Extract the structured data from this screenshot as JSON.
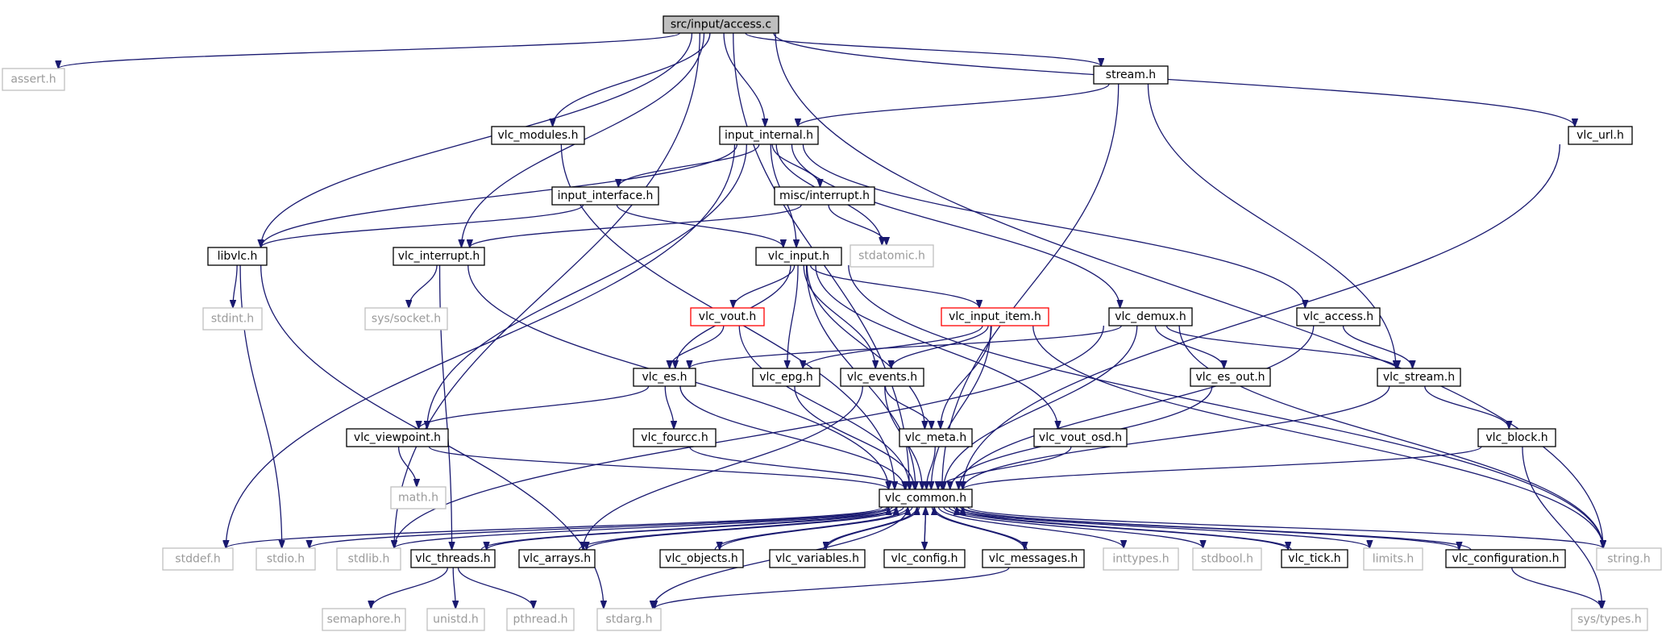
{
  "diagram": {
    "type": "include-dependency-graph",
    "root": "src/input/access.c",
    "colors": {
      "edge": "#191970",
      "external_border": "#bfbfbf",
      "local_border": "#000000",
      "highlighted_border": "#ff0000",
      "root_fill": "#bfbfbf"
    },
    "nodes": {
      "access_c": {
        "label": "src/input/access.c",
        "kind": "root"
      },
      "assert_h": {
        "label": "assert.h",
        "kind": "external"
      },
      "stream_h": {
        "label": "stream.h",
        "kind": "local"
      },
      "vlc_modules_h": {
        "label": "vlc_modules.h",
        "kind": "local"
      },
      "input_internal_h": {
        "label": "input_internal.h",
        "kind": "local"
      },
      "vlc_url_h": {
        "label": "vlc_url.h",
        "kind": "local"
      },
      "input_interface_h": {
        "label": "input_interface.h",
        "kind": "local"
      },
      "misc_interrupt_h": {
        "label": "misc/interrupt.h",
        "kind": "local"
      },
      "libvlc_h": {
        "label": "libvlc.h",
        "kind": "local"
      },
      "vlc_interrupt_h": {
        "label": "vlc_interrupt.h",
        "kind": "local"
      },
      "vlc_input_h": {
        "label": "vlc_input.h",
        "kind": "local"
      },
      "stdatomic_h": {
        "label": "stdatomic.h",
        "kind": "external"
      },
      "stdint_h": {
        "label": "stdint.h",
        "kind": "external"
      },
      "sys_socket_h": {
        "label": "sys/socket.h",
        "kind": "external"
      },
      "vlc_vout_h": {
        "label": "vlc_vout.h",
        "kind": "highlighted"
      },
      "vlc_input_item_h": {
        "label": "vlc_input_item.h",
        "kind": "highlighted"
      },
      "vlc_demux_h": {
        "label": "vlc_demux.h",
        "kind": "local"
      },
      "vlc_access_h": {
        "label": "vlc_access.h",
        "kind": "local"
      },
      "vlc_es_h": {
        "label": "vlc_es.h",
        "kind": "local"
      },
      "vlc_epg_h": {
        "label": "vlc_epg.h",
        "kind": "local"
      },
      "vlc_events_h": {
        "label": "vlc_events.h",
        "kind": "local"
      },
      "vlc_es_out_h": {
        "label": "vlc_es_out.h",
        "kind": "local"
      },
      "vlc_stream_h": {
        "label": "vlc_stream.h",
        "kind": "local"
      },
      "vlc_viewpoint_h": {
        "label": "vlc_viewpoint.h",
        "kind": "local"
      },
      "vlc_fourcc_h": {
        "label": "vlc_fourcc.h",
        "kind": "local"
      },
      "vlc_meta_h": {
        "label": "vlc_meta.h",
        "kind": "local"
      },
      "vlc_vout_osd_h": {
        "label": "vlc_vout_osd.h",
        "kind": "local"
      },
      "vlc_block_h": {
        "label": "vlc_block.h",
        "kind": "local"
      },
      "math_h": {
        "label": "math.h",
        "kind": "external"
      },
      "vlc_common_h": {
        "label": "vlc_common.h",
        "kind": "local"
      },
      "stddef_h": {
        "label": "stddef.h",
        "kind": "external"
      },
      "stdio_h": {
        "label": "stdio.h",
        "kind": "external"
      },
      "stdlib_h": {
        "label": "stdlib.h",
        "kind": "external"
      },
      "vlc_threads_h": {
        "label": "vlc_threads.h",
        "kind": "local"
      },
      "vlc_arrays_h": {
        "label": "vlc_arrays.h",
        "kind": "local"
      },
      "vlc_objects_h": {
        "label": "vlc_objects.h",
        "kind": "local"
      },
      "vlc_variables_h": {
        "label": "vlc_variables.h",
        "kind": "local"
      },
      "vlc_config_h": {
        "label": "vlc_config.h",
        "kind": "local"
      },
      "vlc_messages_h": {
        "label": "vlc_messages.h",
        "kind": "local"
      },
      "inttypes_h": {
        "label": "inttypes.h",
        "kind": "external"
      },
      "stdbool_h": {
        "label": "stdbool.h",
        "kind": "external"
      },
      "vlc_tick_h": {
        "label": "vlc_tick.h",
        "kind": "local"
      },
      "limits_h": {
        "label": "limits.h",
        "kind": "external"
      },
      "vlc_configuration_h": {
        "label": "vlc_configuration.h",
        "kind": "local"
      },
      "string_h": {
        "label": "string.h",
        "kind": "external"
      },
      "semaphore_h": {
        "label": "semaphore.h",
        "kind": "external"
      },
      "unistd_h": {
        "label": "unistd.h",
        "kind": "external"
      },
      "pthread_h": {
        "label": "pthread.h",
        "kind": "external"
      },
      "stdarg_h": {
        "label": "stdarg.h",
        "kind": "external"
      },
      "sys_types_h": {
        "label": "sys/types.h",
        "kind": "external"
      }
    },
    "edges": [
      [
        "access_c",
        "assert_h"
      ],
      [
        "access_c",
        "stream_h"
      ],
      [
        "access_c",
        "vlc_modules_h"
      ],
      [
        "access_c",
        "input_internal_h"
      ],
      [
        "access_c",
        "vlc_url_h"
      ],
      [
        "access_c",
        "libvlc_h"
      ],
      [
        "access_c",
        "vlc_interrupt_h"
      ],
      [
        "access_c",
        "stdlib_h"
      ],
      [
        "access_c",
        "string_h"
      ],
      [
        "access_c",
        "vlc_common_h"
      ],
      [
        "stream_h",
        "input_internal_h"
      ],
      [
        "stream_h",
        "vlc_stream_h"
      ],
      [
        "stream_h",
        "vlc_common_h"
      ],
      [
        "vlc_modules_h",
        "vlc_common_h"
      ],
      [
        "input_internal_h",
        "input_interface_h"
      ],
      [
        "input_internal_h",
        "misc_interrupt_h"
      ],
      [
        "input_internal_h",
        "libvlc_h"
      ],
      [
        "input_internal_h",
        "vlc_input_h"
      ],
      [
        "input_internal_h",
        "stdatomic_h"
      ],
      [
        "input_internal_h",
        "vlc_demux_h"
      ],
      [
        "input_internal_h",
        "vlc_access_h"
      ],
      [
        "input_internal_h",
        "stddef_h"
      ],
      [
        "input_internal_h",
        "vlc_viewpoint_h"
      ],
      [
        "vlc_url_h",
        "vlc_common_h"
      ],
      [
        "input_interface_h",
        "libvlc_h"
      ],
      [
        "input_interface_h",
        "vlc_input_h"
      ],
      [
        "misc_interrupt_h",
        "vlc_interrupt_h"
      ],
      [
        "misc_interrupt_h",
        "stdatomic_h"
      ],
      [
        "libvlc_h",
        "stdint_h"
      ],
      [
        "libvlc_h",
        "stdio_h"
      ],
      [
        "libvlc_h",
        "stdarg_h"
      ],
      [
        "vlc_interrupt_h",
        "sys_socket_h"
      ],
      [
        "vlc_interrupt_h",
        "vlc_threads_h"
      ],
      [
        "vlc_interrupt_h",
        "vlc_common_h"
      ],
      [
        "vlc_input_h",
        "vlc_vout_h"
      ],
      [
        "vlc_input_h",
        "vlc_input_item_h"
      ],
      [
        "vlc_input_h",
        "vlc_es_h"
      ],
      [
        "vlc_input_h",
        "vlc_epg_h"
      ],
      [
        "vlc_input_h",
        "vlc_events_h"
      ],
      [
        "vlc_input_h",
        "vlc_meta_h"
      ],
      [
        "vlc_input_h",
        "vlc_vout_osd_h"
      ],
      [
        "vlc_input_h",
        "string_h"
      ],
      [
        "vlc_input_h",
        "vlc_common_h"
      ],
      [
        "vlc_vout_h",
        "vlc_es_h"
      ],
      [
        "vlc_vout_h",
        "vlc_common_h"
      ],
      [
        "vlc_input_item_h",
        "vlc_epg_h"
      ],
      [
        "vlc_input_item_h",
        "vlc_events_h"
      ],
      [
        "vlc_input_item_h",
        "vlc_meta_h"
      ],
      [
        "vlc_input_item_h",
        "vlc_common_h"
      ],
      [
        "vlc_input_item_h",
        "string_h"
      ],
      [
        "vlc_demux_h",
        "vlc_es_h"
      ],
      [
        "vlc_demux_h",
        "vlc_es_out_h"
      ],
      [
        "vlc_demux_h",
        "vlc_stream_h"
      ],
      [
        "vlc_demux_h",
        "stdlib_h"
      ],
      [
        "vlc_demux_h",
        "string_h"
      ],
      [
        "vlc_demux_h",
        "vlc_common_h"
      ],
      [
        "vlc_access_h",
        "vlc_stream_h"
      ],
      [
        "vlc_access_h",
        "vlc_common_h"
      ],
      [
        "vlc_es_h",
        "vlc_viewpoint_h"
      ],
      [
        "vlc_es_h",
        "vlc_fourcc_h"
      ],
      [
        "vlc_es_h",
        "vlc_common_h"
      ],
      [
        "vlc_epg_h",
        "vlc_common_h"
      ],
      [
        "vlc_events_h",
        "vlc_meta_h"
      ],
      [
        "vlc_events_h",
        "vlc_arrays_h"
      ],
      [
        "vlc_events_h",
        "vlc_common_h"
      ],
      [
        "vlc_es_out_h",
        "vlc_common_h"
      ],
      [
        "vlc_stream_h",
        "vlc_block_h"
      ],
      [
        "vlc_stream_h",
        "vlc_common_h"
      ],
      [
        "vlc_viewpoint_h",
        "math_h"
      ],
      [
        "vlc_viewpoint_h",
        "vlc_common_h"
      ],
      [
        "vlc_fourcc_h",
        "vlc_common_h"
      ],
      [
        "vlc_meta_h",
        "vlc_common_h"
      ],
      [
        "vlc_vout_osd_h",
        "vlc_common_h"
      ],
      [
        "vlc_block_h",
        "vlc_common_h"
      ],
      [
        "vlc_block_h",
        "sys_types_h"
      ],
      [
        "vlc_common_h",
        "stddef_h"
      ],
      [
        "vlc_common_h",
        "stdio_h"
      ],
      [
        "vlc_common_h",
        "stdlib_h"
      ],
      [
        "vlc_common_h",
        "vlc_threads_h"
      ],
      [
        "vlc_common_h",
        "vlc_arrays_h"
      ],
      [
        "vlc_common_h",
        "vlc_objects_h"
      ],
      [
        "vlc_common_h",
        "vlc_variables_h"
      ],
      [
        "vlc_common_h",
        "vlc_config_h"
      ],
      [
        "vlc_common_h",
        "vlc_messages_h"
      ],
      [
        "vlc_common_h",
        "inttypes_h"
      ],
      [
        "vlc_common_h",
        "stdbool_h"
      ],
      [
        "vlc_common_h",
        "vlc_tick_h"
      ],
      [
        "vlc_common_h",
        "limits_h"
      ],
      [
        "vlc_common_h",
        "vlc_configuration_h"
      ],
      [
        "vlc_common_h",
        "string_h"
      ],
      [
        "vlc_common_h",
        "stdarg_h"
      ],
      [
        "vlc_threads_h",
        "vlc_common_h"
      ],
      [
        "vlc_arrays_h",
        "vlc_common_h"
      ],
      [
        "vlc_objects_h",
        "vlc_common_h"
      ],
      [
        "vlc_variables_h",
        "vlc_common_h"
      ],
      [
        "vlc_config_h",
        "vlc_common_h"
      ],
      [
        "vlc_messages_h",
        "vlc_common_h"
      ],
      [
        "vlc_tick_h",
        "vlc_common_h"
      ],
      [
        "vlc_configuration_h",
        "vlc_common_h"
      ],
      [
        "vlc_threads_h",
        "semaphore_h"
      ],
      [
        "vlc_threads_h",
        "unistd_h"
      ],
      [
        "vlc_threads_h",
        "pthread_h"
      ],
      [
        "vlc_messages_h",
        "stdarg_h"
      ],
      [
        "vlc_configuration_h",
        "sys_types_h"
      ]
    ]
  }
}
